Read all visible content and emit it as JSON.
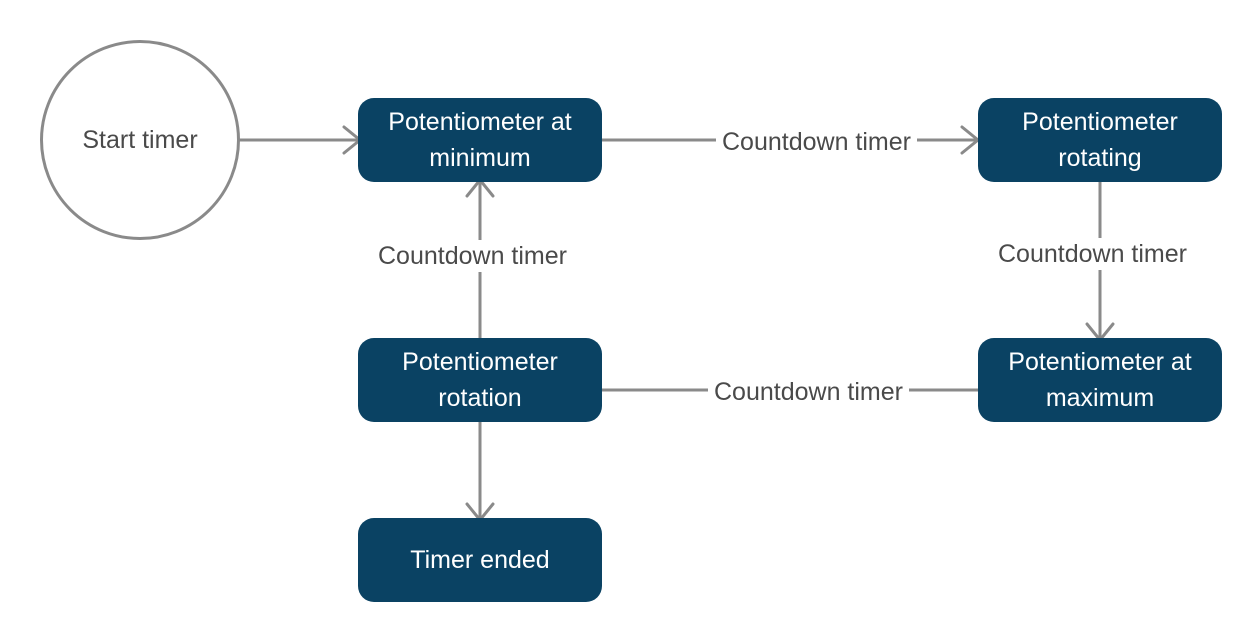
{
  "colors": {
    "box_fill": "#0a4263",
    "edge": "#8a8a8a",
    "text_dark": "#4a4a4a"
  },
  "nodes": {
    "start": "Start timer",
    "at_minimum": "Potentiometer at minimum",
    "rotating": "Potentiometer rotating",
    "at_maximum": "Potentiometer at maximum",
    "rotation": "Potentiometer rotation",
    "ended": "Timer ended"
  },
  "edges": {
    "min_to_rotating": "Countdown timer",
    "rotating_to_max": "Countdown timer",
    "max_to_rotation": "Countdown timer",
    "rotation_to_min": "Countdown timer"
  }
}
